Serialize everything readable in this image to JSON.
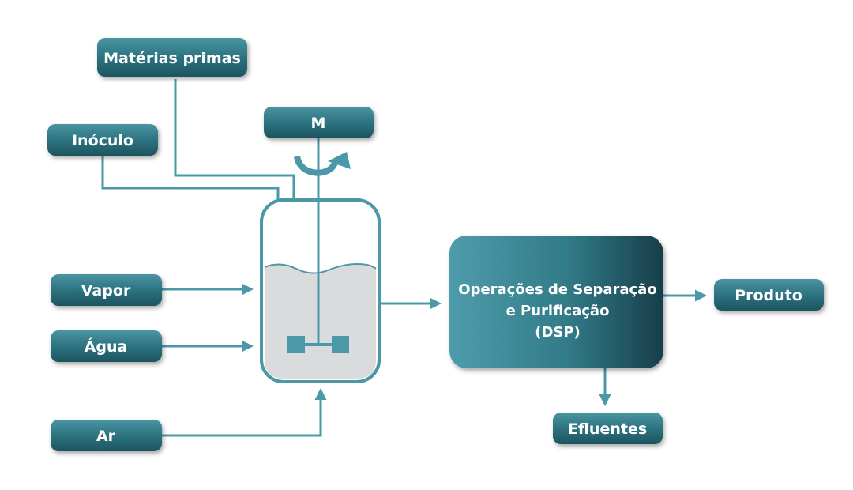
{
  "diagram": {
    "nodes": {
      "materias_primas": "Matérias primas",
      "motor": "M",
      "inoculo": "Inóculo",
      "vapor": "Vapor",
      "agua": "Água",
      "ar": "Ar",
      "produto": "Produto",
      "efluentes": "Efluentes"
    },
    "dsp": {
      "line1": "Operações de Separação",
      "line2": "e Purificação",
      "line3": "(DSP)"
    }
  },
  "colors": {
    "teal": "#4a98a8",
    "box_dark": "#1f5b67",
    "box_light": "#3f8896",
    "liquid": "#d9dbdc"
  }
}
